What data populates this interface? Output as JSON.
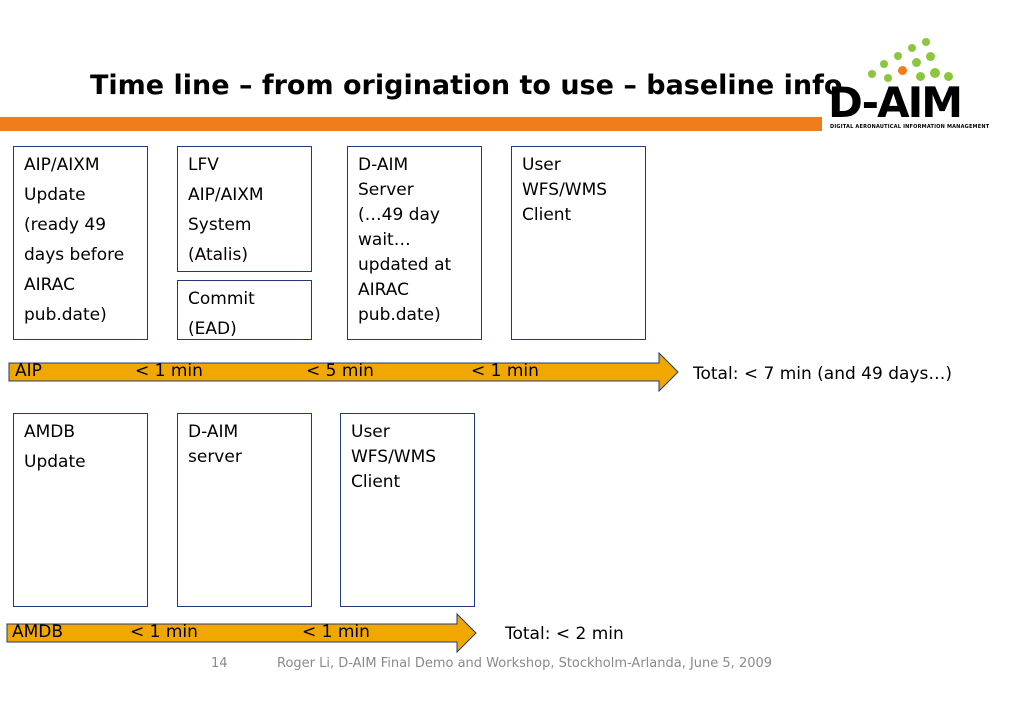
{
  "title": "Time line – from origination to use – baseline info",
  "logo": {
    "text": "D-AIM",
    "subtitle": "DIGITAL AERONAUTICAL INFORMATION MANAGEMENT",
    "dot_color": "#8cc63f",
    "accent_color": "#f07d1a"
  },
  "colors": {
    "accent": "#f07d1a",
    "arrow_fill": "#f0a800",
    "box_border": "#1f3a7a"
  },
  "row1": {
    "box1": [
      "AIP/AIXM",
      "Update",
      "(ready 49",
      "days before",
      "AIRAC",
      "pub.date)"
    ],
    "box2": [
      "LFV",
      "AIP/AIXM",
      "System",
      "(Atalis)"
    ],
    "box2b": [
      "Commit",
      "(EAD)"
    ],
    "box3": [
      "D-AIM",
      "Server",
      "(…49 day",
      "wait…",
      "updated at",
      "AIRAC",
      "pub.date)"
    ],
    "box4": [
      "User",
      "WFS/WMS",
      "Client"
    ],
    "arrow": {
      "start": "AIP",
      "step1": "< 1 min",
      "step2": "< 5 min",
      "step3": "< 1 min"
    },
    "total": "Total: < 7 min (and 49 days…)"
  },
  "row2": {
    "box1": [
      "AMDB",
      "Update"
    ],
    "box2": [
      "D-AIM",
      "server"
    ],
    "box3": [
      "User",
      "WFS/WMS",
      "Client"
    ],
    "arrow": {
      "start": "AMDB",
      "step1": "< 1 min",
      "step2": "< 1 min"
    },
    "total": "Total: < 2 min"
  },
  "footer": {
    "page_number": "14",
    "text": "Roger Li, D-AIM Final Demo and Workshop, Stockholm-Arlanda, June 5, 2009"
  }
}
